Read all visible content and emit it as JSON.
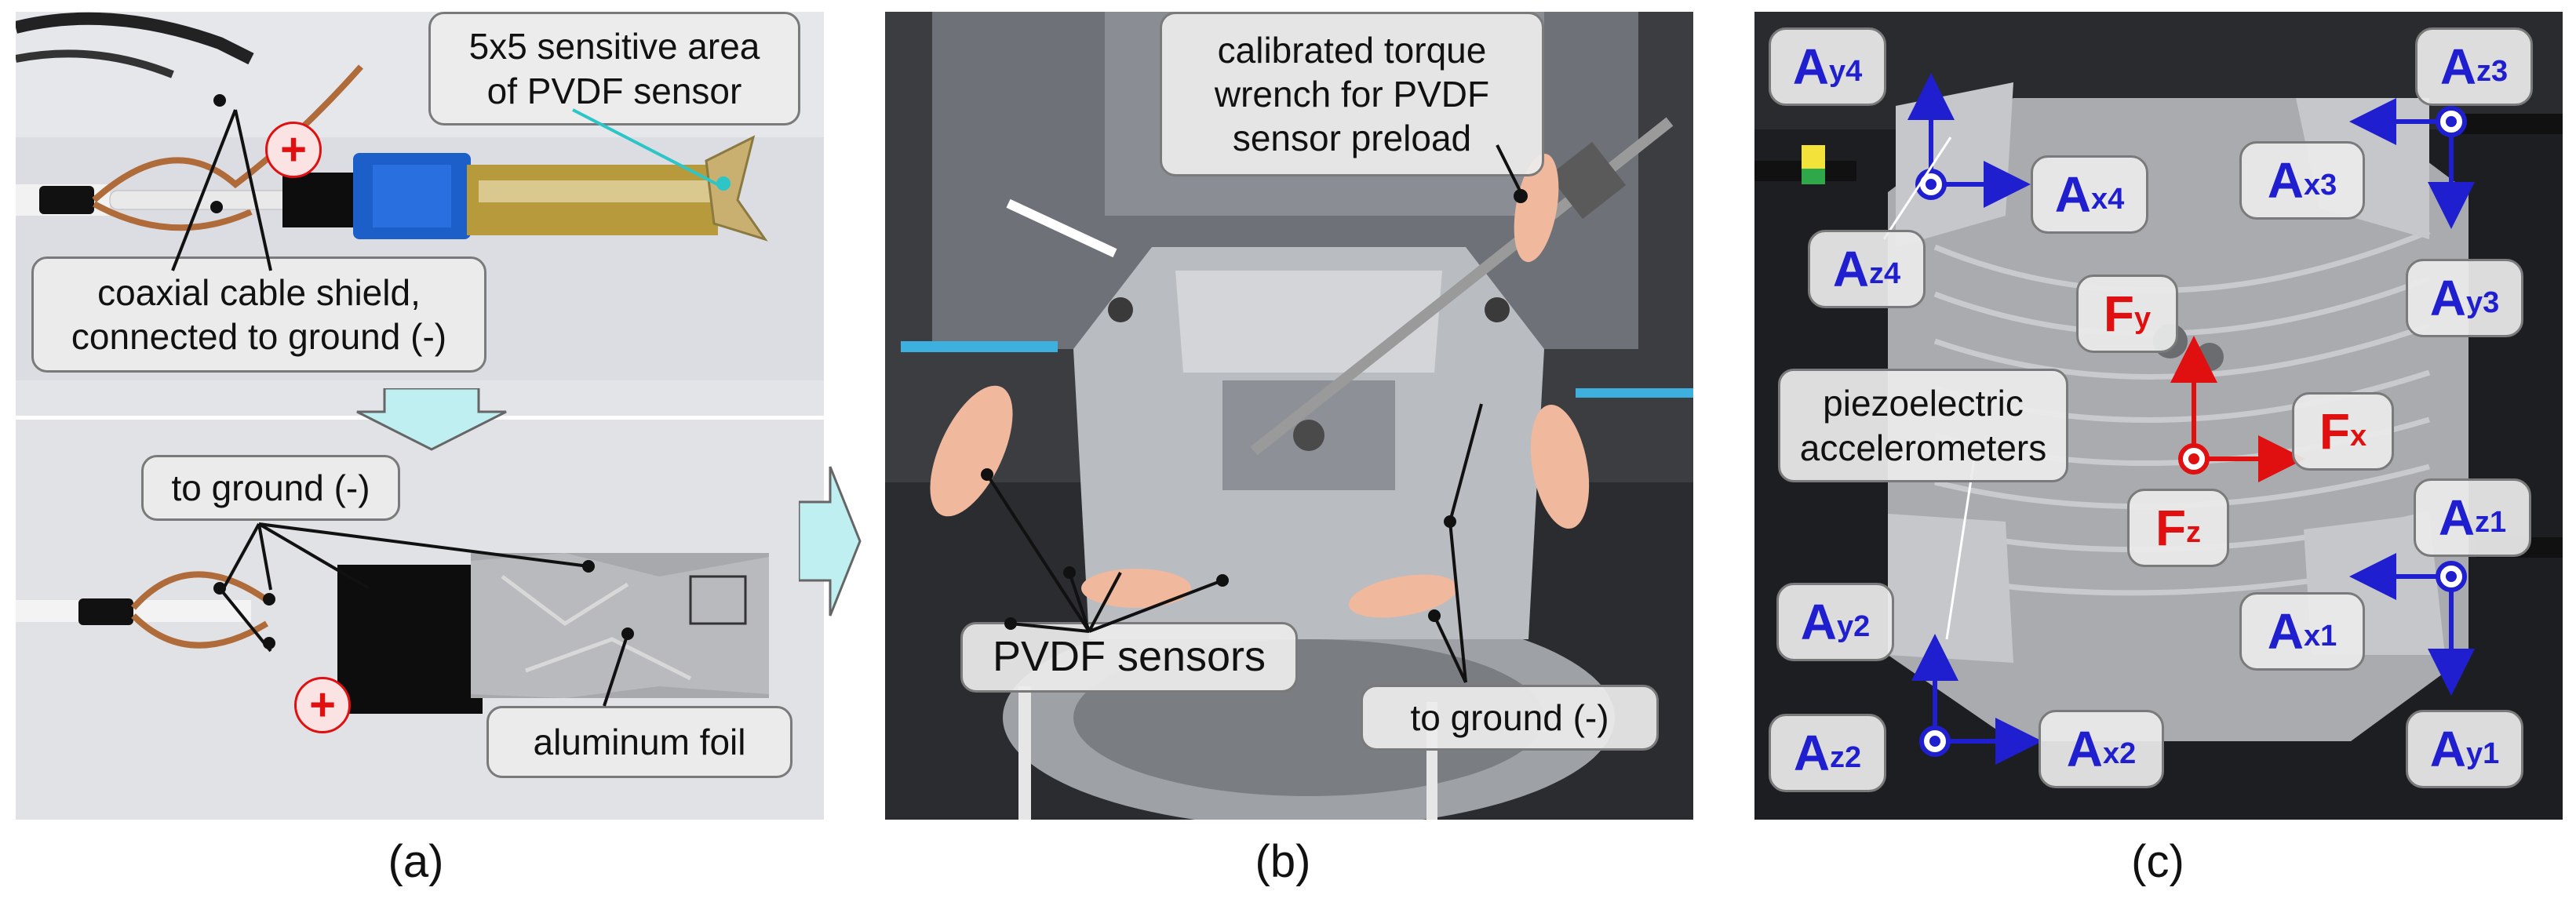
{
  "panel_a": {
    "caption": "(a)",
    "sensitive_area_line1": "5x5 sensitive area",
    "sensitive_area_line2": "of PVDF sensor",
    "shield_line1": "coaxial cable shield,",
    "shield_line2": "connected to ground (-)",
    "to_ground": "to ground (-)",
    "aluminum_foil": "aluminum foil",
    "plus": "+"
  },
  "panel_b": {
    "caption": "(b)",
    "torque_line1": "calibrated torque",
    "torque_line2": "wrench for PVDF",
    "torque_line3": "sensor preload",
    "pvdf_sensors": "PVDF sensors",
    "to_ground": "to ground (-)"
  },
  "panel_c": {
    "caption": "(c)",
    "accel_line1": "piezoelectric",
    "accel_line2": "accelerometers",
    "force_symbol": "F",
    "accel_symbol": "A",
    "labels": {
      "Fx": "x",
      "Fy": "y",
      "Fz": "z",
      "Ax1": "x1",
      "Ay1": "y1",
      "Az1": "z1",
      "Ax2": "x2",
      "Ay2": "y2",
      "Az2": "z2",
      "Ax3": "x3",
      "Ay3": "y3",
      "Az3": "z3",
      "Ax4": "x4",
      "Ay4": "y4",
      "Az4": "z4"
    }
  },
  "colors": {
    "force": "#e01010",
    "accel": "#1f1fd0",
    "arrow_fill": "#bfeff0"
  }
}
